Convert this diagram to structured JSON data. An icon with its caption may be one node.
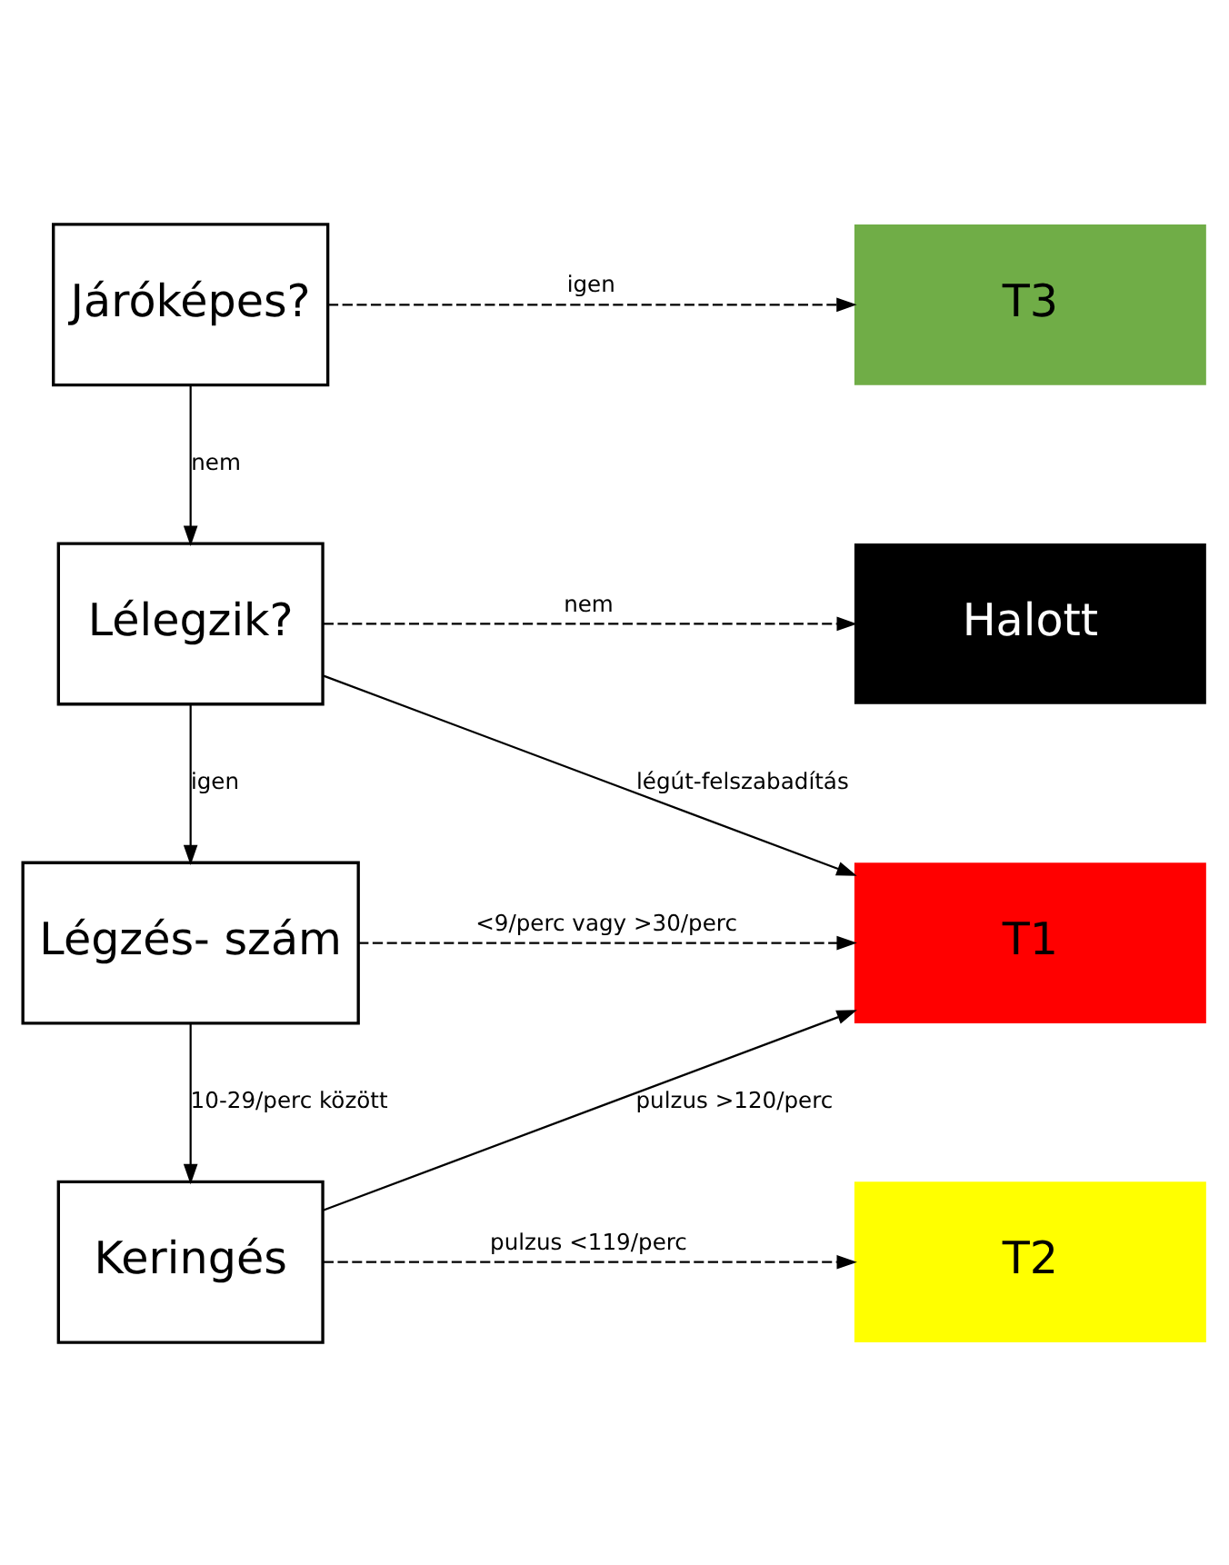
{
  "diagram": {
    "nodes": [
      {
        "text": [
          "Járóképes?"
        ]
      },
      {
        "text": [
          "T3"
        ]
      },
      {
        "text": [
          "Lélegzik?"
        ]
      },
      {
        "text": [
          "Halott"
        ]
      },
      {
        "text": [
          "Légzés- szám"
        ]
      },
      {
        "text": [
          "T1"
        ]
      },
      {
        "text": [
          "Keringés"
        ]
      },
      {
        "text": [
          "T2"
        ]
      }
    ],
    "edges": [
      {
        "from": 0,
        "to": 1,
        "arrow": "to",
        "label": "igen",
        "style": "dashed"
      },
      {
        "from": 0,
        "to": 2,
        "arrow": "to",
        "label": "nem"
      },
      {
        "from": 2,
        "to": 3,
        "arrow": "to",
        "label": "nem",
        "style": "dashed"
      },
      {
        "from": 2,
        "to": 5,
        "arrow": "to",
        "label": "légút-felszabadítás"
      },
      {
        "from": 2,
        "to": 4,
        "arrow": "to",
        "label": "igen"
      },
      {
        "from": 4,
        "to": 5,
        "arrow": "to",
        "label": "<9/perc vagy >30/perc",
        "style": "dashed"
      },
      {
        "from": 4,
        "to": 6,
        "arrow": "to",
        "label": "10-29/perc között"
      },
      {
        "from": 6,
        "to": 5,
        "arrow": "to",
        "label": "pulzus >120/perc"
      },
      {
        "from": 6,
        "to": 7,
        "arrow": "to",
        "label": "pulzus <119/perc",
        "style": "dashed"
      }
    ]
  }
}
